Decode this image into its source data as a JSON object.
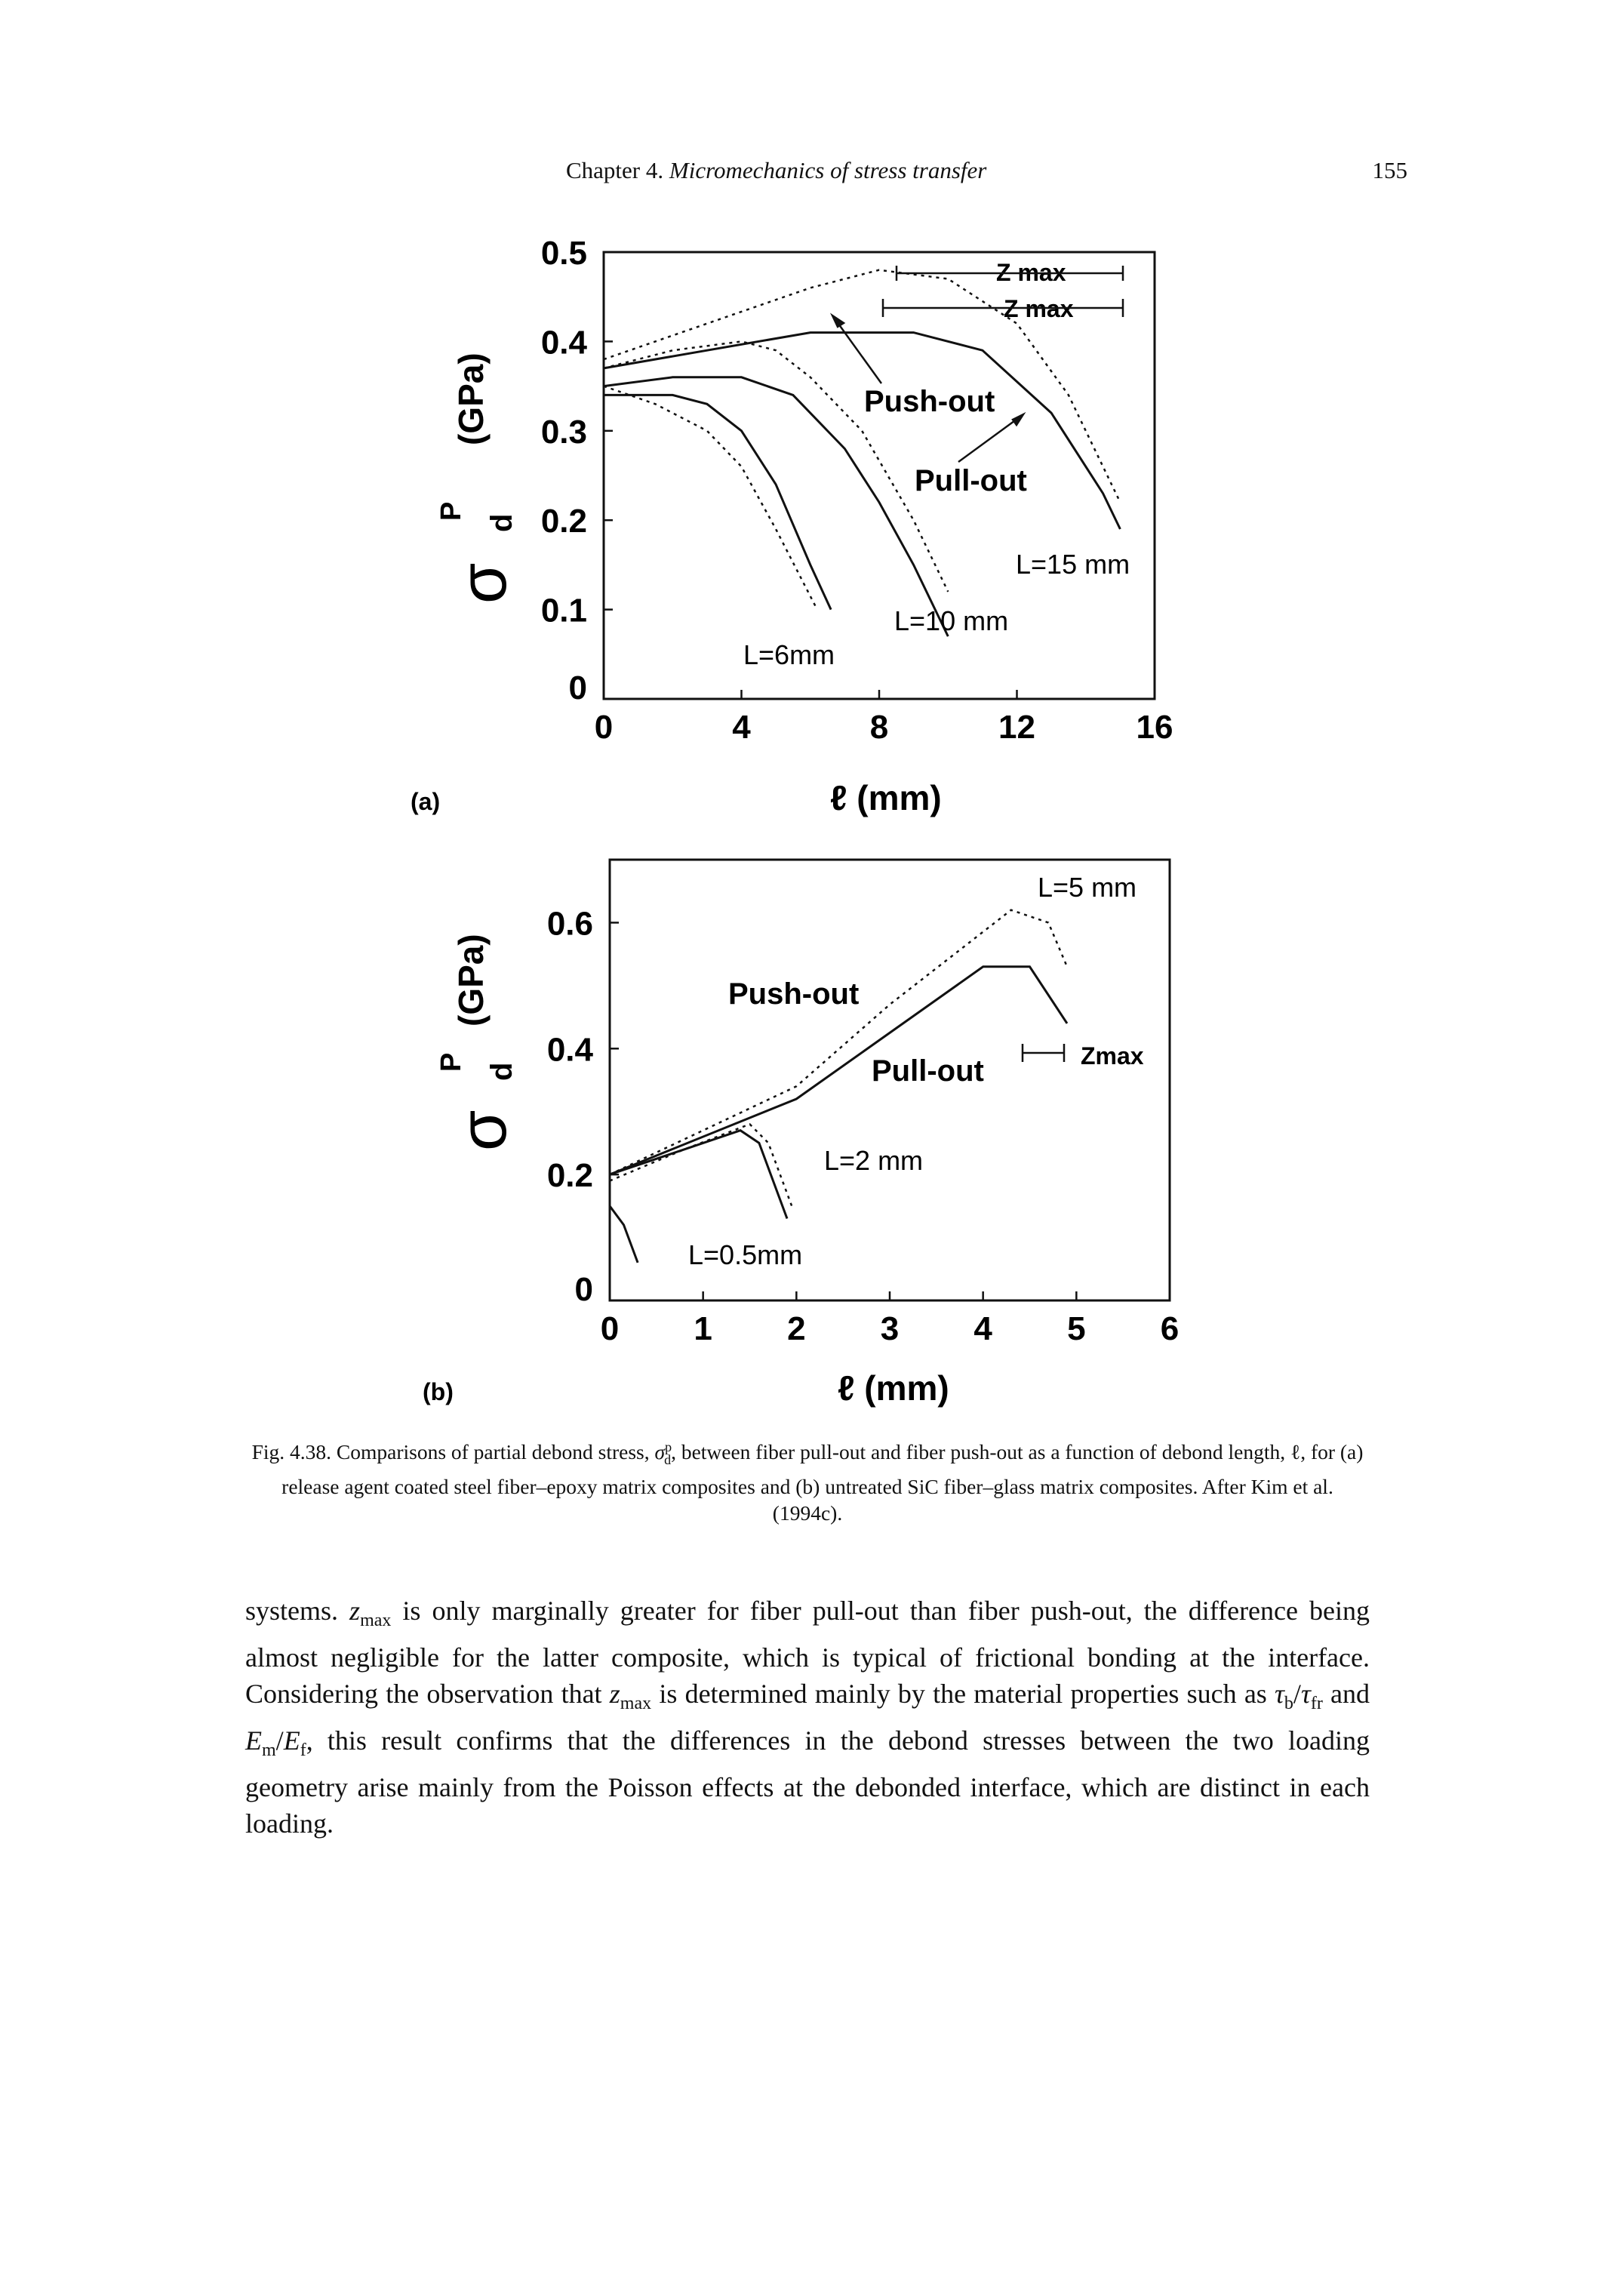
{
  "header": {
    "chapter": "Chapter 4.",
    "chapter_title": "Micromechanics of stress transfer",
    "page_number": "155"
  },
  "figure": {
    "panel_a": {
      "panel_label": "(a)",
      "ylabel_symbol": "σ",
      "ylabel_sup": "P",
      "ylabel_sub": "d",
      "ylabel_unit": "(GPa)",
      "xlabel": "ℓ (mm)",
      "labels": {
        "push_out": "Push-out",
        "pull_out": "Pull-out",
        "z_max_1": "Z max",
        "z_max_2": "Z max",
        "L6": "L=6mm",
        "L10": "L=10 mm",
        "L15": "L=15 mm"
      }
    },
    "panel_b": {
      "panel_label": "(b)",
      "ylabel_symbol": "σ",
      "ylabel_sup": "P",
      "ylabel_sub": "d",
      "ylabel_unit": "(GPa)",
      "xlabel": "ℓ (mm)",
      "labels": {
        "push_out": "Push-out",
        "pull_out": "Pull-out",
        "z_max": "Zmax",
        "L5": "L=5 mm",
        "L2": "L=2 mm",
        "L05": "L=0.5mm"
      }
    }
  },
  "chart_data": [
    {
      "type": "line",
      "xlim": [
        0,
        16
      ],
      "ylim": [
        0,
        0.5
      ],
      "x_ticks": [
        "0",
        "4",
        "8",
        "12",
        "16"
      ],
      "y_ticks": [
        "0",
        "0.1",
        "0.2",
        "0.3",
        "0.4",
        "0.5"
      ],
      "series": [
        {
          "style": "solid",
          "points": [
            [
              0,
              0.34
            ],
            [
              2,
              0.34
            ],
            [
              3,
              0.33
            ],
            [
              4,
              0.3
            ],
            [
              5,
              0.24
            ],
            [
              6,
              0.15
            ],
            [
              6.6,
              0.1
            ]
          ]
        },
        {
          "style": "dashed",
          "points": [
            [
              0,
              0.35
            ],
            [
              1.5,
              0.33
            ],
            [
              3,
              0.3
            ],
            [
              4,
              0.26
            ],
            [
              5,
              0.19
            ],
            [
              5.8,
              0.13
            ],
            [
              6.2,
              0.1
            ]
          ]
        },
        {
          "style": "solid",
          "points": [
            [
              0,
              0.35
            ],
            [
              2,
              0.36
            ],
            [
              4,
              0.36
            ],
            [
              5.5,
              0.34
            ],
            [
              7,
              0.28
            ],
            [
              8,
              0.22
            ],
            [
              9,
              0.15
            ],
            [
              10,
              0.07
            ]
          ]
        },
        {
          "style": "dashed",
          "points": [
            [
              0,
              0.37
            ],
            [
              2,
              0.39
            ],
            [
              4,
              0.4
            ],
            [
              5,
              0.39
            ],
            [
              6,
              0.36
            ],
            [
              7.5,
              0.3
            ],
            [
              9,
              0.2
            ],
            [
              10,
              0.12
            ]
          ]
        },
        {
          "style": "solid",
          "points": [
            [
              0,
              0.37
            ],
            [
              3,
              0.39
            ],
            [
              6,
              0.41
            ],
            [
              9,
              0.41
            ],
            [
              11,
              0.39
            ],
            [
              13,
              0.32
            ],
            [
              14.5,
              0.23
            ],
            [
              15,
              0.19
            ]
          ]
        },
        {
          "style": "dashed",
          "points": [
            [
              0,
              0.38
            ],
            [
              3,
              0.42
            ],
            [
              6,
              0.46
            ],
            [
              8,
              0.48
            ],
            [
              10,
              0.47
            ],
            [
              12,
              0.42
            ],
            [
              13.5,
              0.34
            ],
            [
              15,
              0.22
            ]
          ]
        }
      ]
    },
    {
      "type": "line",
      "xlim": [
        0,
        6
      ],
      "ylim": [
        0,
        0.7
      ],
      "x_ticks": [
        "0",
        "1",
        "2",
        "3",
        "4",
        "5",
        "6"
      ],
      "y_ticks": [
        "0",
        "0.2",
        "0.4",
        "0.6"
      ],
      "series": [
        {
          "style": "solid",
          "points": [
            [
              0,
              0.15
            ],
            [
              0.15,
              0.12
            ],
            [
              0.3,
              0.06
            ]
          ]
        },
        {
          "style": "solid",
          "points": [
            [
              0,
              0.2
            ],
            [
              0.8,
              0.24
            ],
            [
              1.4,
              0.27
            ],
            [
              1.6,
              0.25
            ],
            [
              1.9,
              0.13
            ]
          ]
        },
        {
          "style": "dashed",
          "points": [
            [
              0,
              0.19
            ],
            [
              0.8,
              0.24
            ],
            [
              1.5,
              0.28
            ],
            [
              1.7,
              0.25
            ],
            [
              1.95,
              0.15
            ]
          ]
        },
        {
          "style": "solid",
          "points": [
            [
              0,
              0.2
            ],
            [
              2,
              0.32
            ],
            [
              4,
              0.53
            ],
            [
              4.5,
              0.53
            ],
            [
              4.9,
              0.44
            ]
          ]
        },
        {
          "style": "dashed",
          "points": [
            [
              0,
              0.2
            ],
            [
              2,
              0.34
            ],
            [
              3,
              0.47
            ],
            [
              4.3,
              0.62
            ],
            [
              4.7,
              0.6
            ],
            [
              4.9,
              0.53
            ]
          ]
        }
      ]
    }
  ],
  "caption": {
    "prefix": "Fig. 4.38. Comparisons of partial debond stress,",
    "symbol": "σ",
    "symbol_sup": "p",
    "symbol_sub": "d",
    "text": ", between fiber pull-out and fiber push-out as a function of debond length, ℓ, for (a) release agent coated steel fiber–epoxy matrix composites and (b) untreated SiC fiber–glass matrix composites. After Kim et al. (1994c)."
  },
  "body": {
    "word1": "systems.",
    "zmax": "z",
    "zmax_sub": "max",
    "part1": " is only marginally greater for fiber pull-out than fiber push-out, the difference being almost negligible for the latter composite, which is typical of frictional bonding at the interface. Considering the observation that ",
    "zmax2": "z",
    "zmax2_sub": "max",
    "part2": " is determined mainly by the material properties such as ",
    "tau_b": "τ",
    "tau_b_sub": "b",
    "slash": "/",
    "tau_fr": "τ",
    "tau_fr_sub": "fr",
    "and": " and ",
    "Em": "E",
    "Em_sub": "m",
    "slash2": "/",
    "Ef": "E",
    "Ef_sub": "f",
    "part3": ", this result confirms that the differences in the debond stresses between the two loading geometry arise mainly from the Poisson effects at the debonded interface, which are distinct in each loading."
  }
}
